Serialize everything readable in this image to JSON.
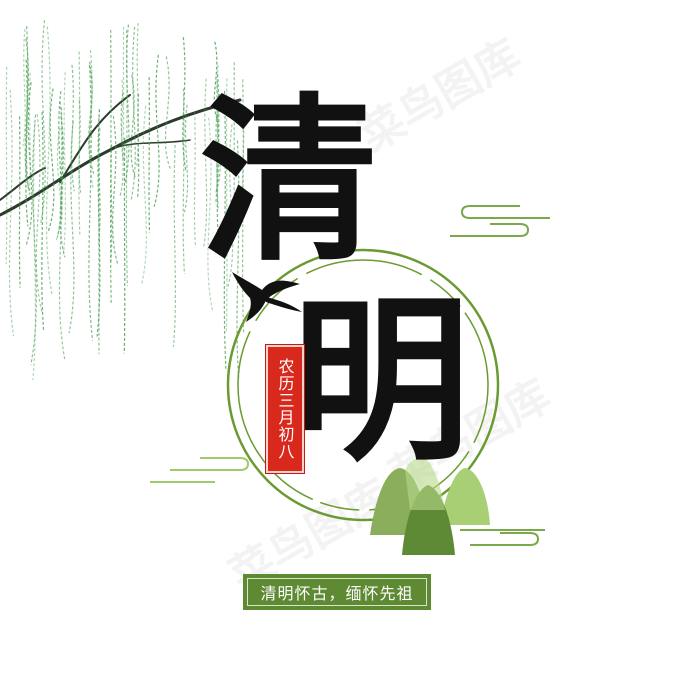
{
  "title": {
    "char1": "清",
    "char2": "明"
  },
  "seal": {
    "text": "农历三月初八"
  },
  "banner": {
    "text": "清明怀古，缅怀先祖"
  },
  "watermark": {
    "text": "菜鸟图库"
  },
  "colors": {
    "green_dark": "#5e8a34",
    "green_light": "#9fc96a",
    "willow_green": "#3f9a4a",
    "seal_red": "#d9281c",
    "ink": "#111111"
  }
}
